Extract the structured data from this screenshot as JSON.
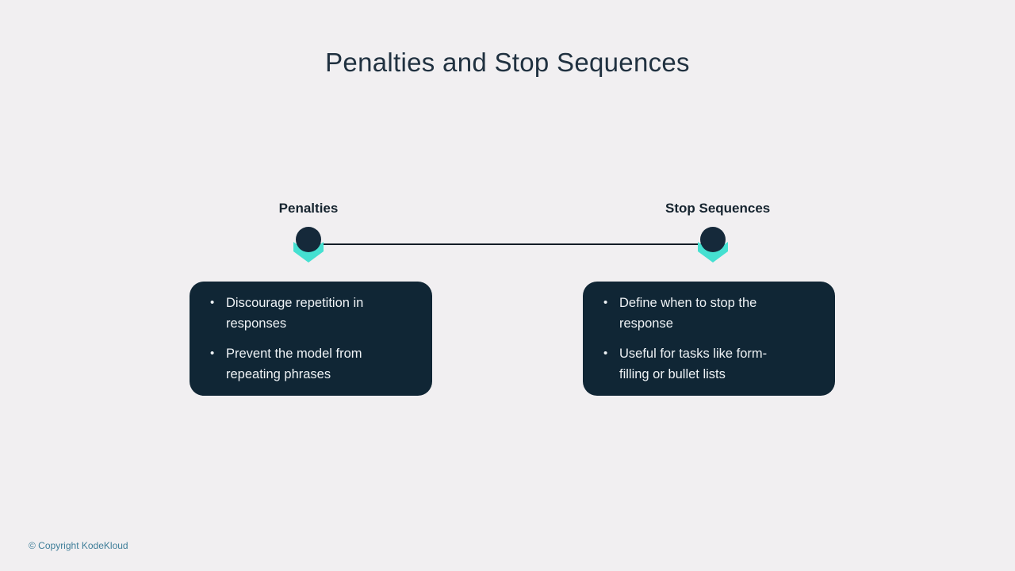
{
  "slide": {
    "title": "Penalties and Stop Sequences",
    "footer": "© Copyright KodeKloud"
  },
  "columns": [
    {
      "label": "Penalties",
      "bullet_char": "•",
      "bullets": [
        "Discourage repetition in\nresponses",
        "Prevent the model from\nrepeating phrases"
      ]
    },
    {
      "label": "Stop Sequences",
      "bullet_char": "•",
      "bullets": [
        "Define when to stop the\nresponse",
        "Useful for tasks like form-\nfilling or bullet lists"
      ]
    }
  ],
  "colors": {
    "bg": "#f1eff1",
    "ink": "#203140",
    "card-bg": "#102635",
    "card-text": "#eef2f5",
    "accent": "#45e0d1",
    "line": "#131c26",
    "footer": "#3f7e99"
  }
}
